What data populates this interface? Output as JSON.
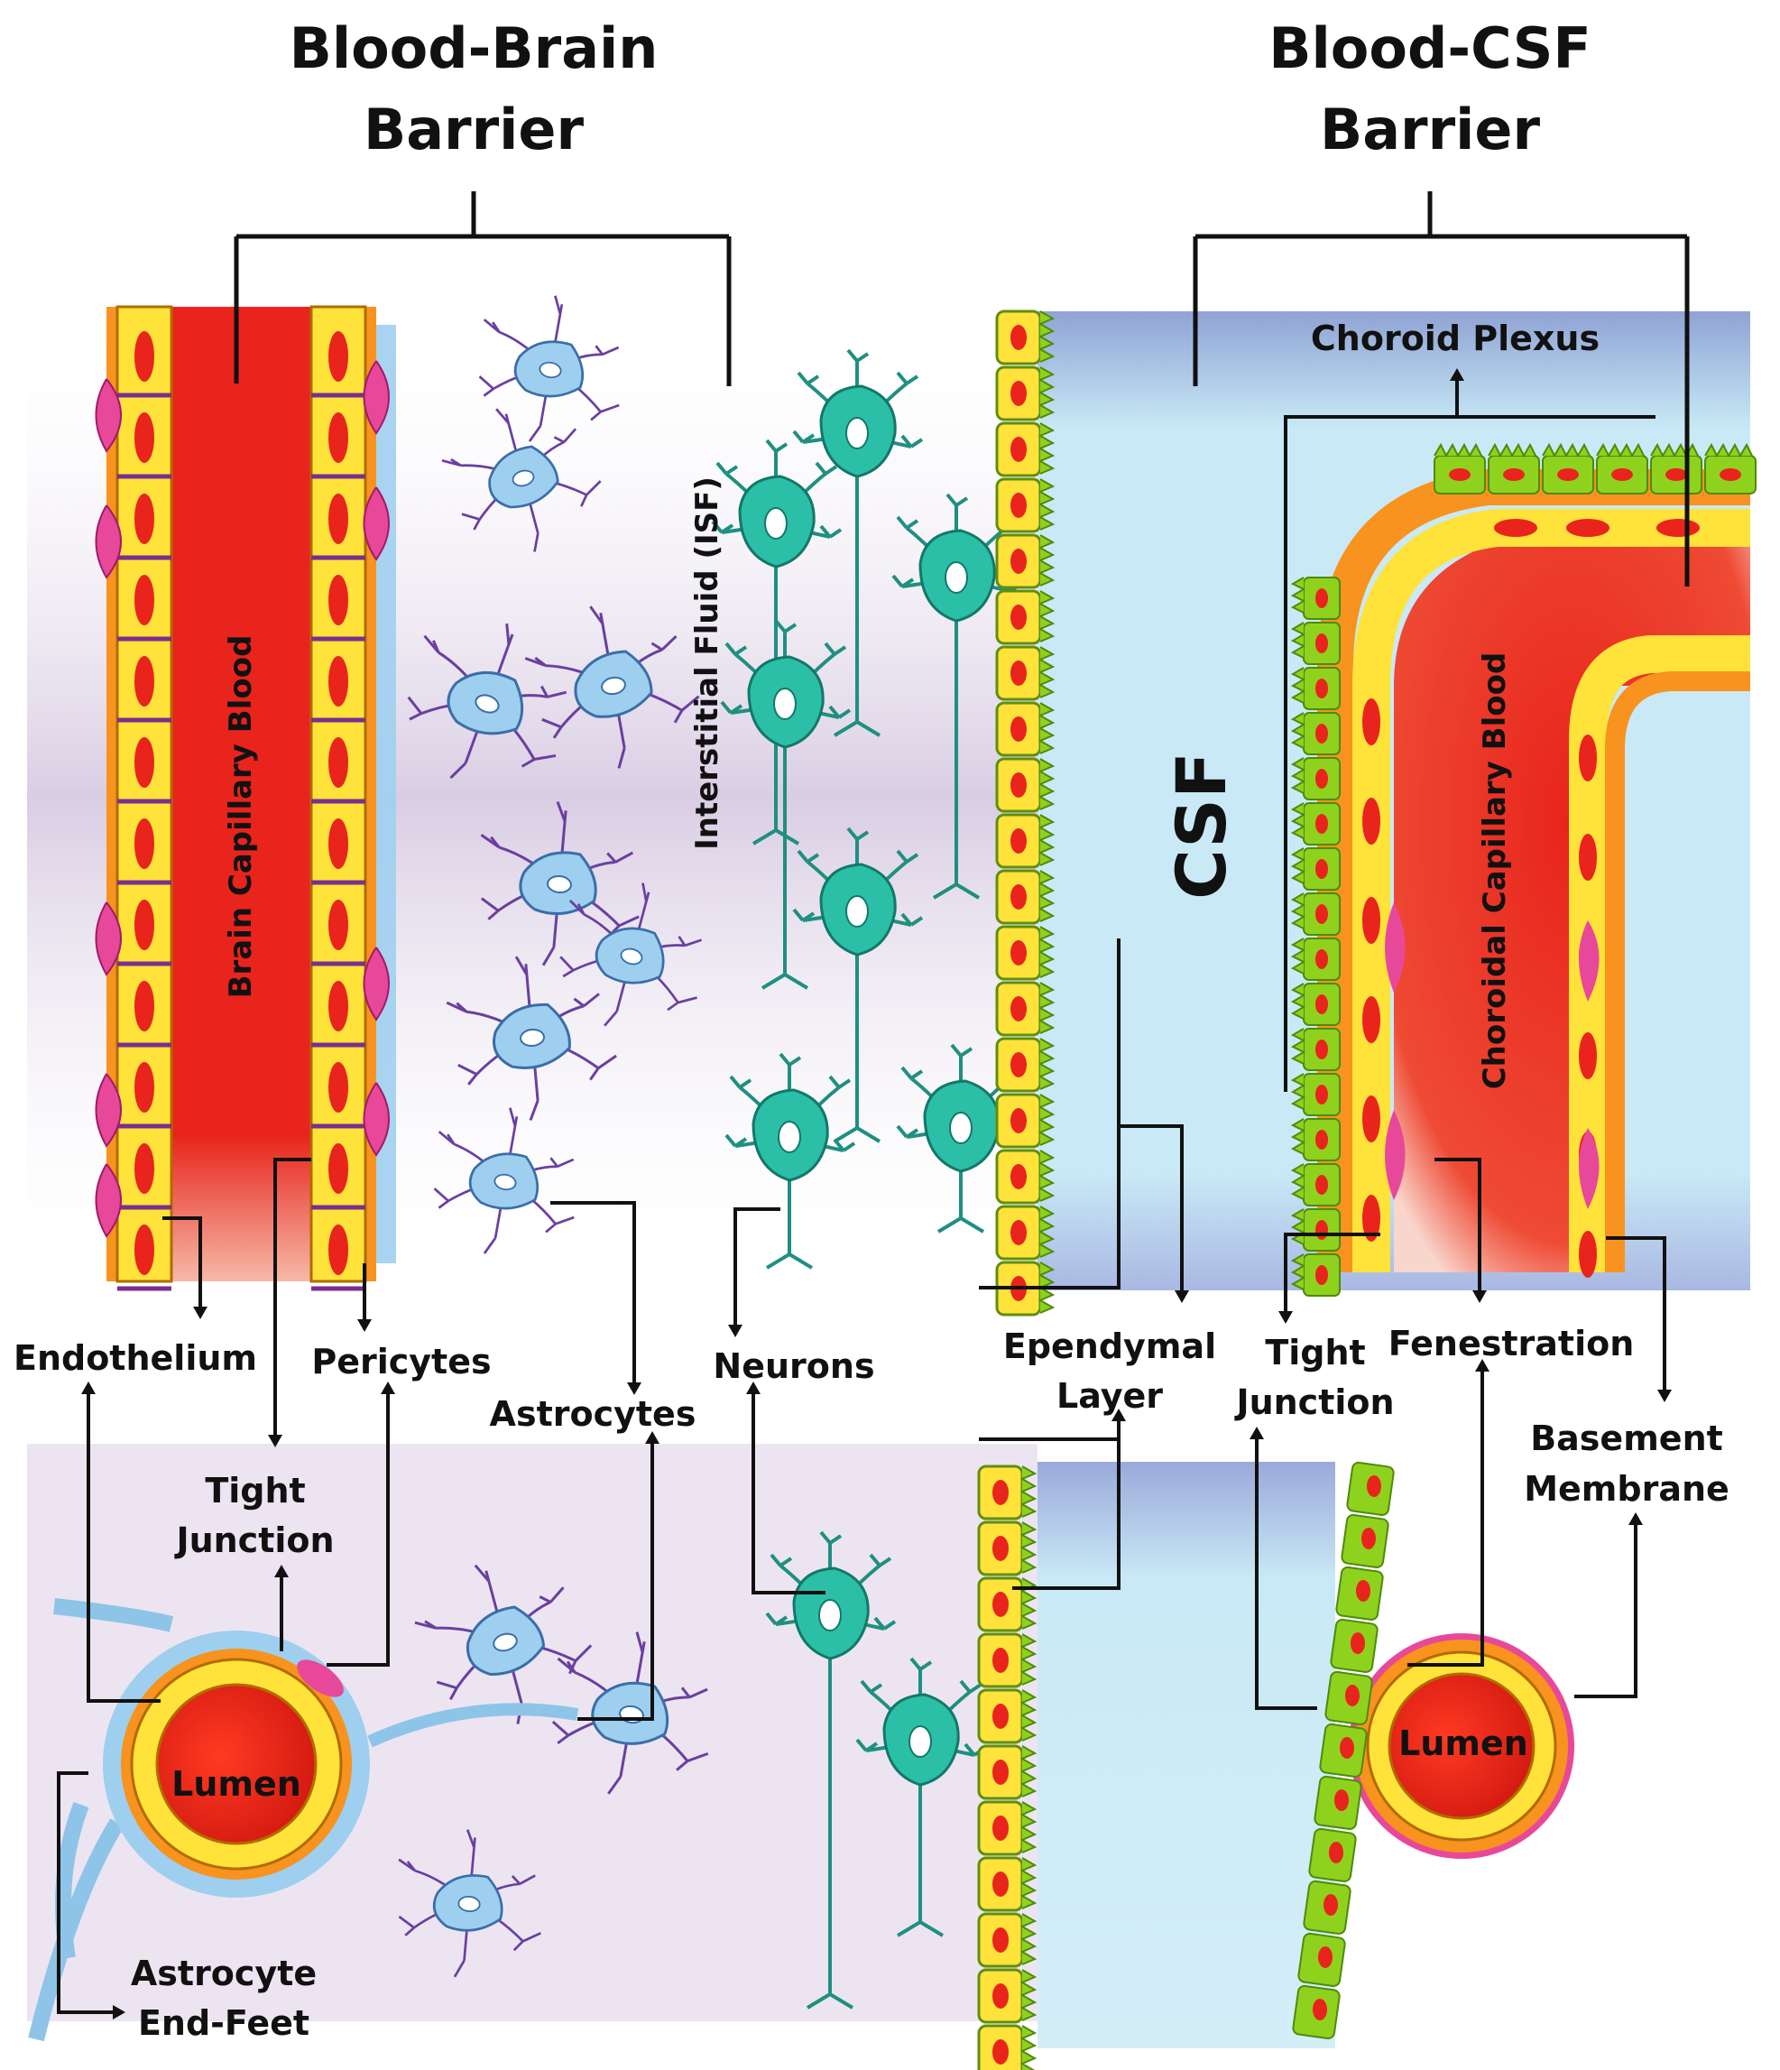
{
  "titles": {
    "bbb_line1": "Blood-Brain",
    "bbb_line2": "Barrier",
    "bcsf_line1": "Blood-CSF",
    "bcsf_line2": "Barrier"
  },
  "regions": {
    "brain_capillary_blood": "Brain Capillary Blood",
    "interstitial_fluid": "Interstitial Fluid (ISF)",
    "csf": "CSF",
    "choroidal_capillary_blood": "Choroidal Capillary Blood",
    "choroid_plexus": "Choroid Plexus"
  },
  "labels": {
    "endothelium": "Endothelium",
    "pericytes": "Pericytes",
    "astrocytes": "Astrocytes",
    "neurons": "Neurons",
    "ependymal_1": "Ependymal",
    "ependymal_2": "Layer",
    "tight_junction_left_1": "Tight",
    "tight_junction_left_2": "Junction",
    "tight_junction_right_1": "Tight",
    "tight_junction_right_2": "Junction",
    "fenestration": "Fenestration",
    "basement_1": "Basement",
    "basement_2": "Membrane",
    "lumen_left": "Lumen",
    "lumen_right": "Lumen",
    "endfeet_1": "Astrocyte",
    "endfeet_2": "End-Feet"
  },
  "colors": {
    "blood_red": "#e8241c",
    "endothelial_yellow": "#ffe23a",
    "basement_orange": "#f7931e",
    "pericyte_pink": "#e8489a",
    "astrocyte_blue": "#9ecfef",
    "neuron_teal": "#2cbfa8",
    "ependymal_green": "#8fd21e",
    "csf_blue": "#c4e8f6",
    "isf_lavender": "#ddd2e6",
    "junction_purple": "#7a2f8f"
  }
}
